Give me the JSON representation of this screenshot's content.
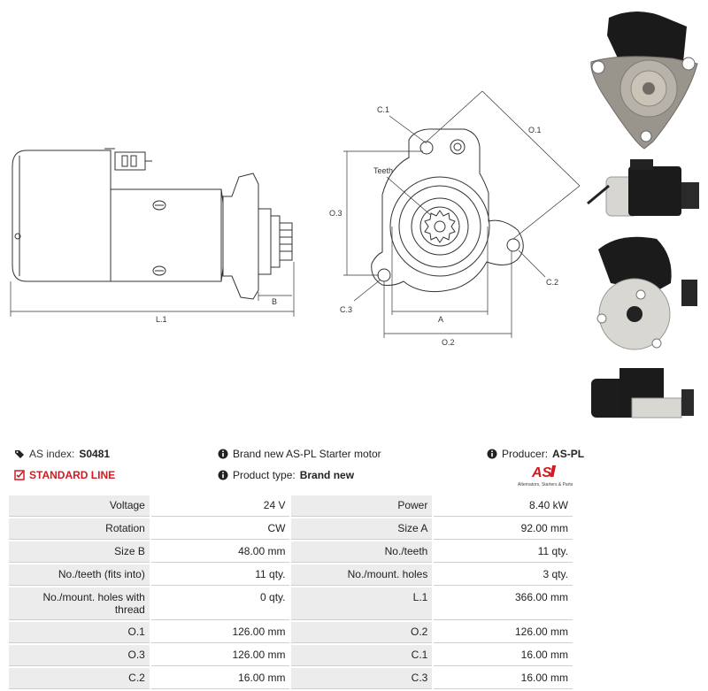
{
  "header": {
    "index_label": "AS index:",
    "index_value": "S0481",
    "line_label": "STANDARD LINE",
    "description": "Brand new AS-PL Starter motor",
    "product_type_label": "Product type:",
    "product_type_value": "Brand new",
    "producer_label": "Producer:",
    "producer_value": "AS-PL",
    "logo_text": "AS",
    "logo_tagline": "Alternators, Starters & Parts"
  },
  "diagram_labels": {
    "L1": "L.1",
    "B": "B",
    "C1": "C.1",
    "O1": "O.1",
    "O3": "O.3",
    "teeth": "Teeth",
    "C2": "C.2",
    "C3": "C.3",
    "A": "A",
    "O2": "O.2"
  },
  "specs": [
    {
      "k1": "Voltage",
      "v1": "24 V",
      "k2": "Power",
      "v2": "8.40 kW"
    },
    {
      "k1": "Rotation",
      "v1": "CW",
      "k2": "Size A",
      "v2": "92.00 mm"
    },
    {
      "k1": "Size B",
      "v1": "48.00 mm",
      "k2": "No./teeth",
      "v2": "11 qty."
    },
    {
      "k1": "No./teeth (fits into)",
      "v1": "11 qty.",
      "k2": "No./mount. holes",
      "v2": "3 qty."
    },
    {
      "k1": "No./mount. holes with thread",
      "v1": "0 qty.",
      "k2": "L.1",
      "v2": "366.00 mm"
    },
    {
      "k1": "O.1",
      "v1": "126.00 mm",
      "k2": "O.2",
      "v2": "126.00 mm"
    },
    {
      "k1": "O.3",
      "v1": "126.00 mm",
      "k2": "C.1",
      "v2": "16.00 mm"
    },
    {
      "k1": "C.2",
      "v1": "16.00 mm",
      "k2": "C.3",
      "v2": "16.00 mm"
    }
  ],
  "colors": {
    "accent": "#d01a22",
    "label_bg": "#ececec"
  }
}
